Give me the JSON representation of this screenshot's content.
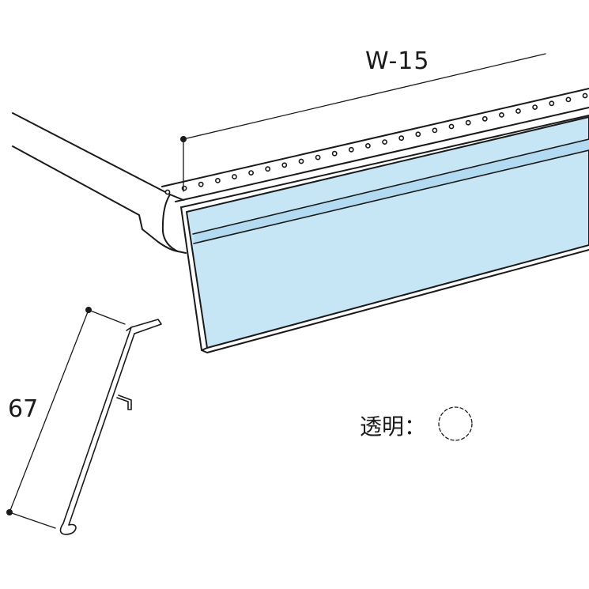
{
  "dimensions": {
    "width_label": "W-15",
    "height_label": "67"
  },
  "legend": {
    "label": "透明：",
    "swatch_style": "dashed-circle"
  },
  "colors": {
    "line": "#1a1a1a",
    "panel_fill": "#c6e6f6",
    "panel_stripe": "#b2daf0",
    "shelf_fill": "#ffffff"
  }
}
